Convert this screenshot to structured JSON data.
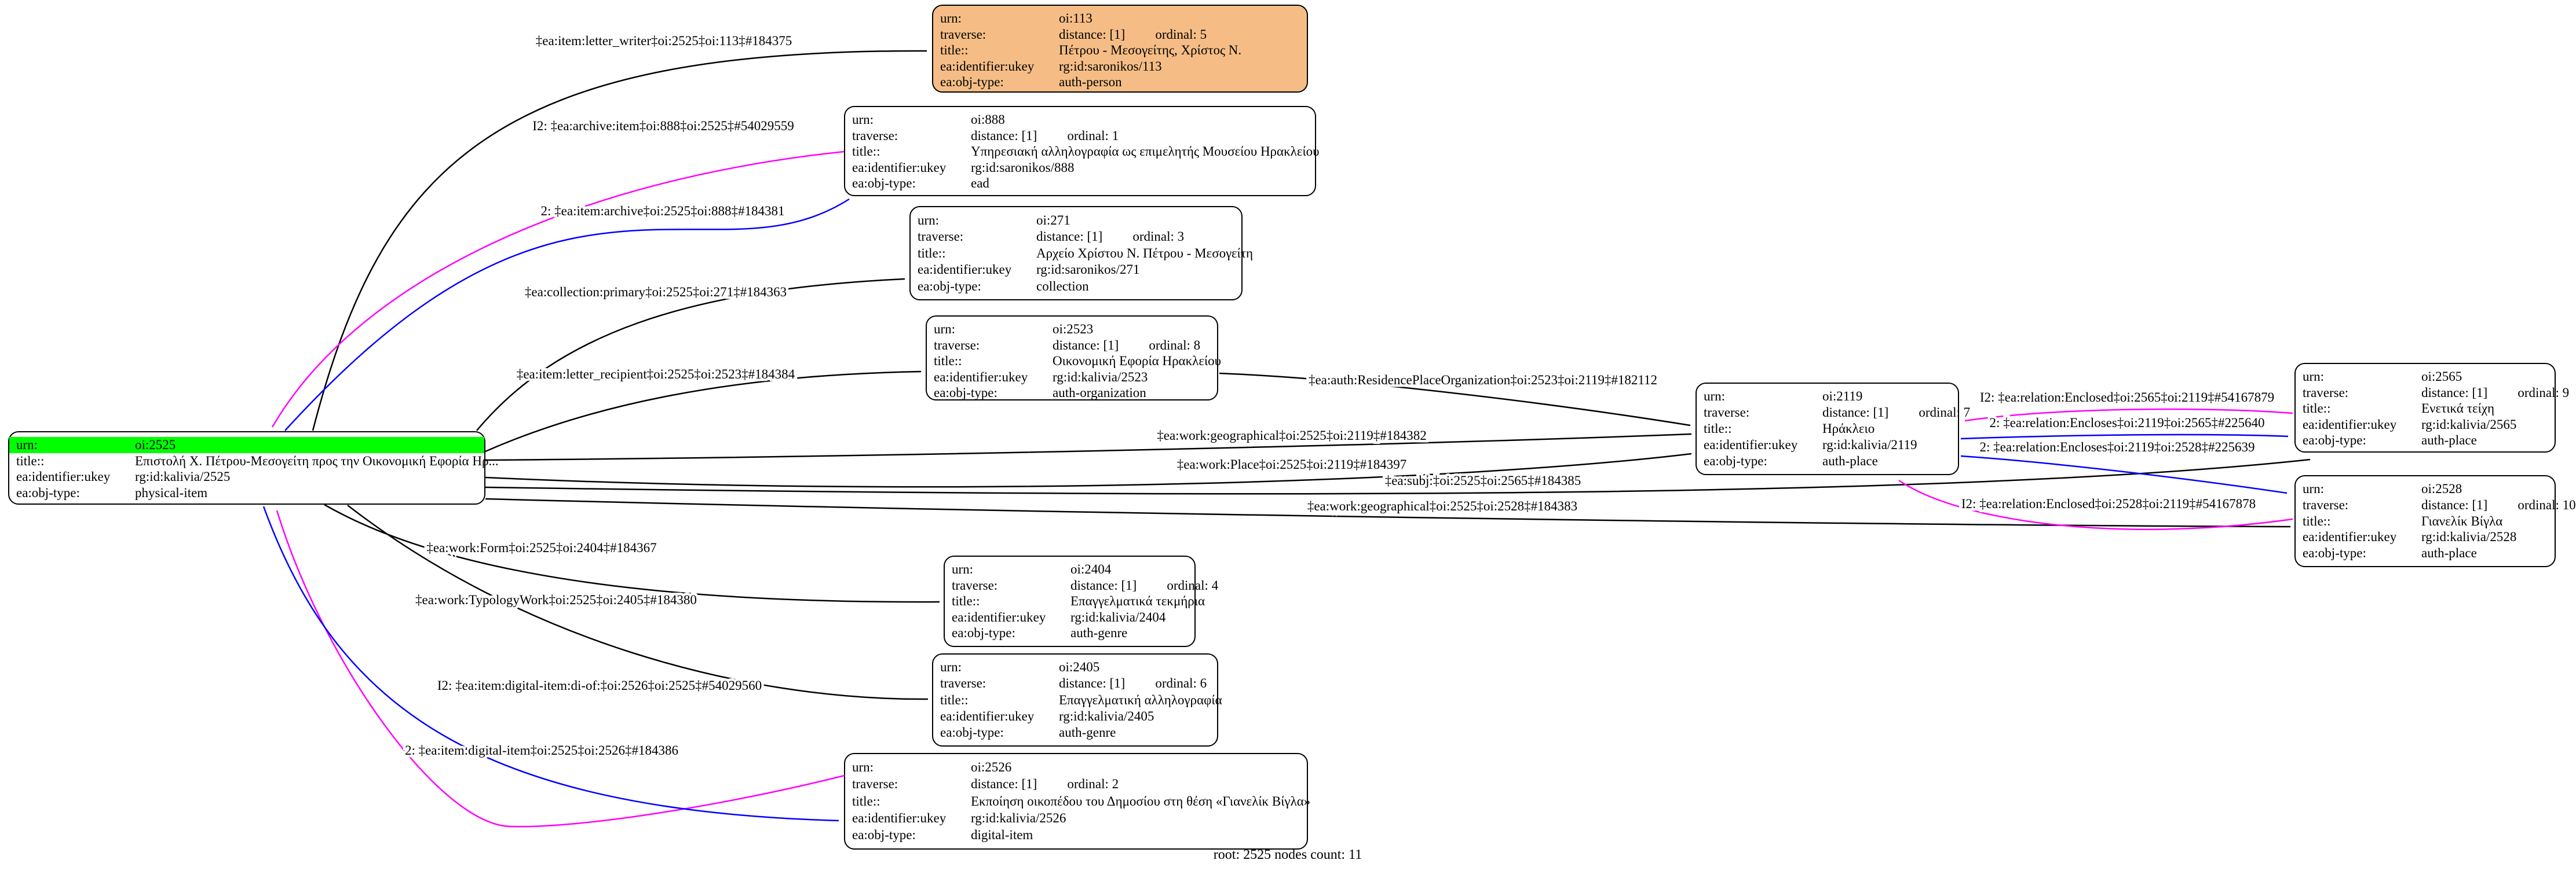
{
  "caption": "root: 2525 nodes count: 11",
  "colors": {
    "root_highlight": "#00ff00",
    "person_fill": "#f5bd85",
    "edge_black": "#000000",
    "edge_inverse_magenta": "#ff00ff",
    "edge_forward_blue": "#0000ff"
  },
  "row_labels": {
    "urn": "urn:",
    "traverse": "traverse:",
    "title": "title::",
    "ukey": "ea:identifier:ukey",
    "obj_type": "ea:obj-type:"
  },
  "nodes": [
    {
      "urn": "oi:2525",
      "title": "Επιστολή Χ. Πέτρου-Μεσογείτη προς την Οικονομική Εφορία Ηρ...",
      "ukey": "rg:id:kalivia/2525",
      "obj_type": "physical-item"
    },
    {
      "urn": "oi:113",
      "distance": "distance: [1]",
      "ordinal": "ordinal: 5",
      "title": "Πέτρου - Μεσογείτης, Χρίστος Ν.",
      "ukey": "rg:id:saronikos/113",
      "obj_type": "auth-person"
    },
    {
      "urn": "oi:888",
      "distance": "distance: [1]",
      "ordinal": "ordinal: 1",
      "title": "Υπηρεσιακή αλληλογραφία ως επιμελητής Μουσείου Ηρακλείου",
      "ukey": "rg:id:saronikos/888",
      "obj_type": "ead"
    },
    {
      "urn": "oi:271",
      "distance": "distance: [1]",
      "ordinal": "ordinal: 3",
      "title": "Αρχείο Χρίστου Ν. Πέτρου - Μεσογείτη",
      "ukey": "rg:id:saronikos/271",
      "obj_type": "collection"
    },
    {
      "urn": "oi:2523",
      "distance": "distance: [1]",
      "ordinal": "ordinal: 8",
      "title": "Οικονομική Εφορία Ηρακλείου",
      "ukey": "rg:id:kalivia/2523",
      "obj_type": "auth-organization"
    },
    {
      "urn": "oi:2119",
      "distance": "distance: [1]",
      "ordinal": "ordinal: 7",
      "title": "Ηράκλειο",
      "ukey": "rg:id:kalivia/2119",
      "obj_type": "auth-place"
    },
    {
      "urn": "oi:2565",
      "distance": "distance: [1]",
      "ordinal": "ordinal: 9",
      "title": "Ενετικά τείχη",
      "ukey": "rg:id:kalivia/2565",
      "obj_type": "auth-place"
    },
    {
      "urn": "oi:2528",
      "distance": "distance: [1]",
      "ordinal": "ordinal: 10",
      "title": "Γιανελίκ Βίγλα",
      "ukey": "rg:id:kalivia/2528",
      "obj_type": "auth-place"
    },
    {
      "urn": "oi:2404",
      "distance": "distance: [1]",
      "ordinal": "ordinal: 4",
      "title": "Επαγγελματικά τεκμήρια",
      "ukey": "rg:id:kalivia/2404",
      "obj_type": "auth-genre"
    },
    {
      "urn": "oi:2405",
      "distance": "distance: [1]",
      "ordinal": "ordinal: 6",
      "title": "Επαγγελματική αλληλογραφία",
      "ukey": "rg:id:kalivia/2405",
      "obj_type": "auth-genre"
    },
    {
      "urn": "oi:2526",
      "distance": "distance: [1]",
      "ordinal": "ordinal: 2",
      "title": "Εκποίηση οικοπέδου του Δημοσίου στη θέση «Γιανελίκ Βίγλα»",
      "ukey": "rg:id:kalivia/2526",
      "obj_type": "digital-item"
    }
  ],
  "edges": [
    {
      "label": "‡ea:item:letter_writer‡oi:2525‡oi:113‡#184375",
      "color": "#000000"
    },
    {
      "label": "I2: ‡ea:archive:item‡oi:888‡oi:2525‡#54029559",
      "color": "#ff00ff"
    },
    {
      "label": "2: ‡ea:item:archive‡oi:2525‡oi:888‡#184381",
      "color": "#0000ff"
    },
    {
      "label": "‡ea:collection:primary‡oi:2525‡oi:271‡#184363",
      "color": "#000000"
    },
    {
      "label": "‡ea:item:letter_recipient‡oi:2525‡oi:2523‡#184384",
      "color": "#000000"
    },
    {
      "label": "‡ea:auth:ResidencePlaceOrganization‡oi:2523‡oi:2119‡#182112",
      "color": "#000000"
    },
    {
      "label": "‡ea:work:geographical‡oi:2525‡oi:2119‡#184382",
      "color": "#000000"
    },
    {
      "label": "‡ea:work:Place‡oi:2525‡oi:2119‡#184397",
      "color": "#000000"
    },
    {
      "label": "‡ea:subj:‡oi:2525‡oi:2565‡#184385",
      "color": "#000000"
    },
    {
      "label": "‡ea:work:geographical‡oi:2525‡oi:2528‡#184383",
      "color": "#000000"
    },
    {
      "label": "I2: ‡ea:relation:Enclosed‡oi:2565‡oi:2119‡#54167879",
      "color": "#ff00ff"
    },
    {
      "label": "2: ‡ea:relation:Encloses‡oi:2119‡oi:2565‡#225640",
      "color": "#0000ff"
    },
    {
      "label": "2: ‡ea:relation:Encloses‡oi:2119‡oi:2528‡#225639",
      "color": "#0000ff"
    },
    {
      "label": "I2: ‡ea:relation:Enclosed‡oi:2528‡oi:2119‡#54167878",
      "color": "#ff00ff"
    },
    {
      "label": "‡ea:work:Form‡oi:2525‡oi:2404‡#184367",
      "color": "#000000"
    },
    {
      "label": "‡ea:work:TypologyWork‡oi:2525‡oi:2405‡#184380",
      "color": "#000000"
    },
    {
      "label": "I2: ‡ea:item:digital-item:di-of:‡oi:2526‡oi:2525‡#54029560",
      "color": "#ff00ff"
    },
    {
      "label": "2: ‡ea:item:digital-item‡oi:2525‡oi:2526‡#184386",
      "color": "#0000ff"
    }
  ]
}
